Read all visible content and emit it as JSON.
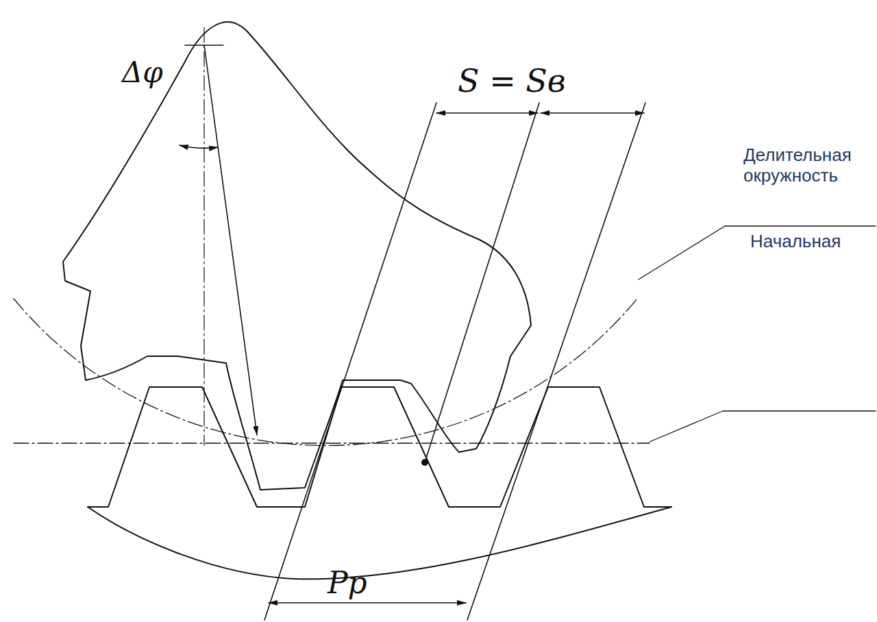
{
  "diagram": {
    "labels": [
      "Δφ",
      "S = Sв",
      "Pр",
      "Делительная окружность",
      "Начальная"
    ]
  }
}
